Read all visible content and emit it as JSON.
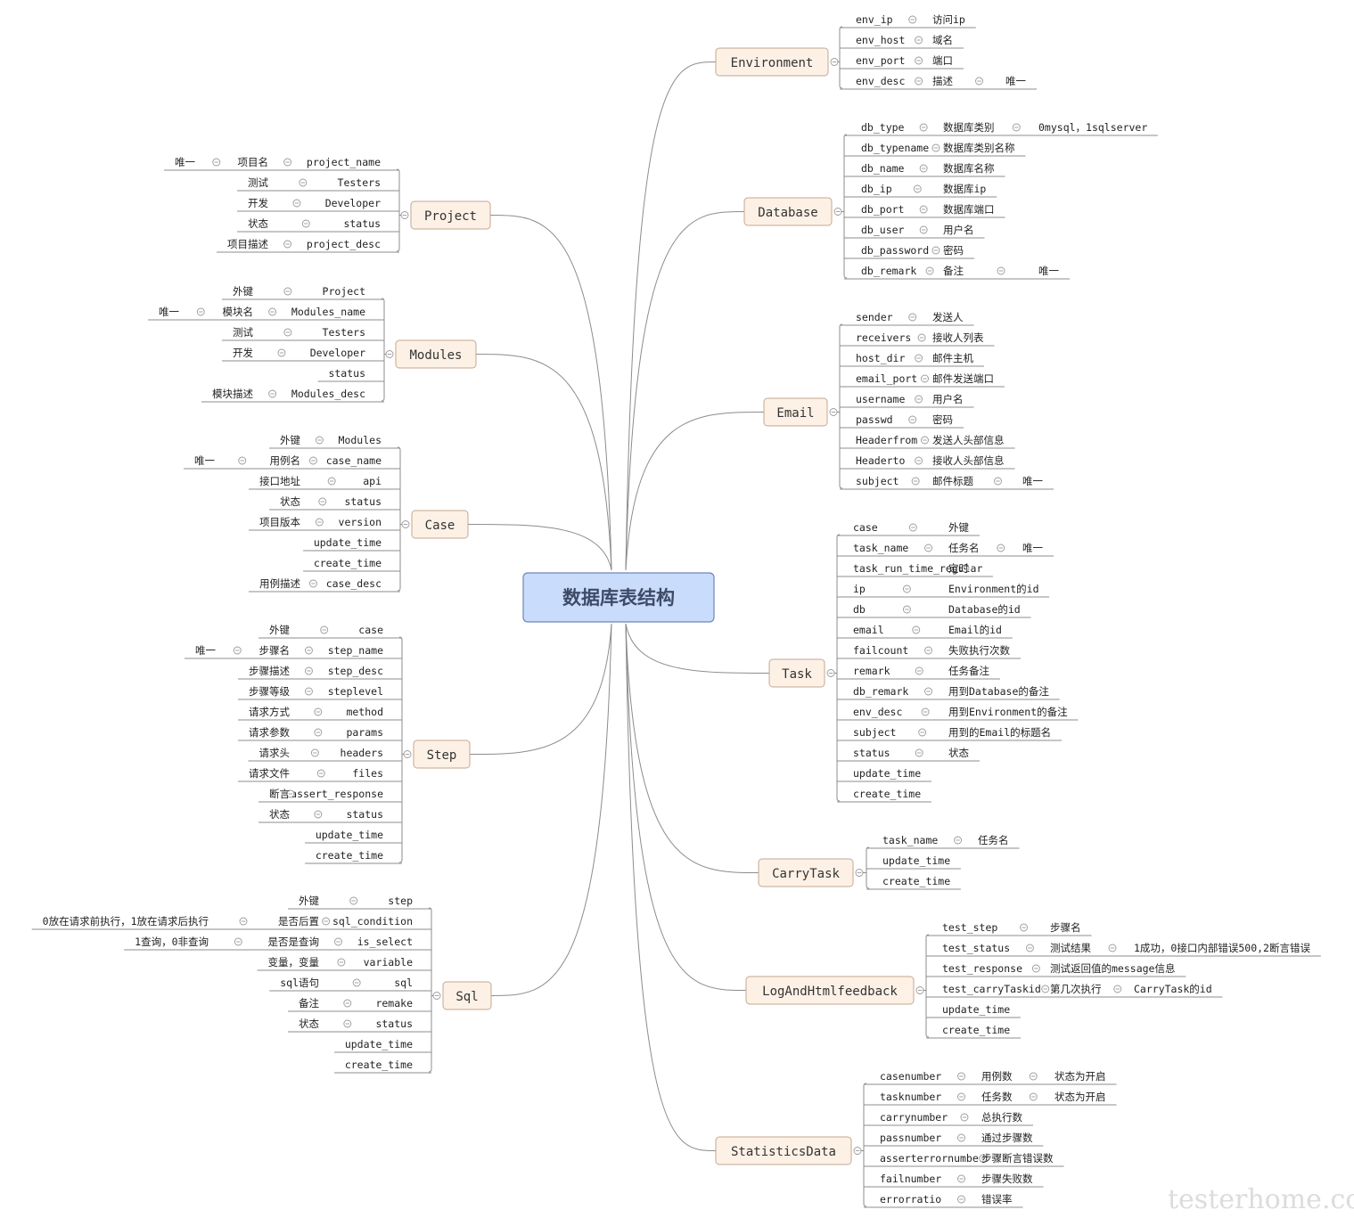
{
  "central": "数据库表结构",
  "watermark": "testerhome.com",
  "branches": [
    {
      "name": "Environment",
      "side": "right",
      "rows": [
        [
          "env_ip",
          "访问ip"
        ],
        [
          "env_host",
          "域名"
        ],
        [
          "env_port",
          "端口"
        ],
        [
          "env_desc",
          "描述",
          "唯一"
        ]
      ]
    },
    {
      "name": "Database",
      "side": "right",
      "rows": [
        [
          "db_type",
          "数据库类别",
          "0mysql，1sqlserver"
        ],
        [
          "db_typename",
          "数据库类别名称"
        ],
        [
          "db_name",
          "数据库名称"
        ],
        [
          "db_ip",
          "数据库ip"
        ],
        [
          "db_port",
          "数据库端口"
        ],
        [
          "db_user",
          "用户名"
        ],
        [
          "db_password",
          "密码"
        ],
        [
          "db_remark",
          "备注",
          "唯一"
        ]
      ]
    },
    {
      "name": "Email",
      "side": "right",
      "rows": [
        [
          "sender",
          "发送人"
        ],
        [
          "receivers",
          "接收人列表"
        ],
        [
          "host_dir",
          "邮件主机"
        ],
        [
          "email_port",
          "邮件发送端口"
        ],
        [
          "username",
          "用户名"
        ],
        [
          "passwd",
          "密码"
        ],
        [
          "Headerfrom",
          "发送人头部信息"
        ],
        [
          "Headerto",
          "接收人头部信息"
        ],
        [
          "subject",
          "邮件标题",
          "唯一"
        ]
      ]
    },
    {
      "name": "Task",
      "side": "right",
      "rows": [
        [
          "case",
          "外键"
        ],
        [
          "task_name",
          "任务名",
          "唯一"
        ],
        [
          "task_run_time_regular",
          "定时"
        ],
        [
          "ip",
          "Environment的id"
        ],
        [
          "db",
          "Database的id"
        ],
        [
          "email",
          "Email的id"
        ],
        [
          "failcount",
          "失败执行次数"
        ],
        [
          "remark",
          "任务备注"
        ],
        [
          "db_remark",
          "用到Database的备注"
        ],
        [
          "env_desc",
          "用到Environment的备注"
        ],
        [
          "subject",
          "用到的Email的标题名"
        ],
        [
          "status",
          "状态"
        ],
        [
          "update_time"
        ],
        [
          "create_time"
        ]
      ]
    },
    {
      "name": "CarryTask",
      "side": "right",
      "rows": [
        [
          "task_name",
          "任务名"
        ],
        [
          "update_time"
        ],
        [
          "create_time"
        ]
      ]
    },
    {
      "name": "LogAndHtmlfeedback",
      "side": "right",
      "rows": [
        [
          "test_step",
          "步骤名"
        ],
        [
          "test_status",
          "测试结果",
          "1成功，0接口内部错误500,2断言错误"
        ],
        [
          "test_response",
          "测试返回值的message信息"
        ],
        [
          "test_carryTaskid",
          "第几次执行",
          "CarryTask的id"
        ],
        [
          "update_time"
        ],
        [
          "create_time"
        ]
      ]
    },
    {
      "name": "StatisticsData",
      "side": "right",
      "rows": [
        [
          "casenumber",
          "用例数",
          "状态为开启"
        ],
        [
          "tasknumber",
          "任务数",
          "状态为开启"
        ],
        [
          "carrynumber",
          "总执行数"
        ],
        [
          "passnumber",
          "通过步骤数"
        ],
        [
          "asserterrornumber",
          "步骤断言错误数"
        ],
        [
          "failnumber",
          "步骤失败数"
        ],
        [
          "errorratio",
          "错误率"
        ]
      ]
    },
    {
      "name": "Project",
      "side": "left",
      "rows": [
        [
          "project_name",
          "项目名",
          "唯一"
        ],
        [
          "Testers",
          "测试"
        ],
        [
          "Developer",
          "开发"
        ],
        [
          "status",
          "状态"
        ],
        [
          "project_desc",
          "项目描述"
        ]
      ]
    },
    {
      "name": "Modules",
      "side": "left",
      "rows": [
        [
          "Project",
          "外键"
        ],
        [
          "Modules_name",
          "模块名",
          "唯一"
        ],
        [
          "Testers",
          "测试"
        ],
        [
          "Developer",
          "开发"
        ],
        [
          "status"
        ],
        [
          "Modules_desc",
          "模块描述"
        ]
      ]
    },
    {
      "name": "Case",
      "side": "left",
      "rows": [
        [
          "Modules",
          "外键"
        ],
        [
          "case_name",
          "用例名",
          "唯一"
        ],
        [
          "api",
          "接口地址"
        ],
        [
          "status",
          "状态"
        ],
        [
          "version",
          "项目版本"
        ],
        [
          "update_time"
        ],
        [
          "create_time"
        ],
        [
          "case_desc",
          "用例描述"
        ]
      ]
    },
    {
      "name": "Step",
      "side": "left",
      "rows": [
        [
          "case",
          "外键"
        ],
        [
          "step_name",
          "步骤名",
          "唯一"
        ],
        [
          "step_desc",
          "步骤描述"
        ],
        [
          "steplevel",
          "步骤等级"
        ],
        [
          "method",
          "请求方式"
        ],
        [
          "params",
          "请求参数"
        ],
        [
          "headers",
          "请求头"
        ],
        [
          "files",
          "请求文件"
        ],
        [
          "assert_response",
          "断言"
        ],
        [
          "status",
          "状态"
        ],
        [
          "update_time"
        ],
        [
          "create_time"
        ]
      ]
    },
    {
      "name": "Sql",
      "side": "left",
      "rows": [
        [
          "step",
          "外键"
        ],
        [
          "sql_condition",
          "是否后置",
          "0放在请求前执行，1放在请求后执行"
        ],
        [
          "is_select",
          "是否是查询",
          "1查询，0非查询"
        ],
        [
          "variable",
          "变量，变量"
        ],
        [
          "sql",
          "sql语句"
        ],
        [
          "remake",
          "备注"
        ],
        [
          "status",
          "状态"
        ],
        [
          "update_time"
        ],
        [
          "create_time"
        ]
      ]
    }
  ]
}
